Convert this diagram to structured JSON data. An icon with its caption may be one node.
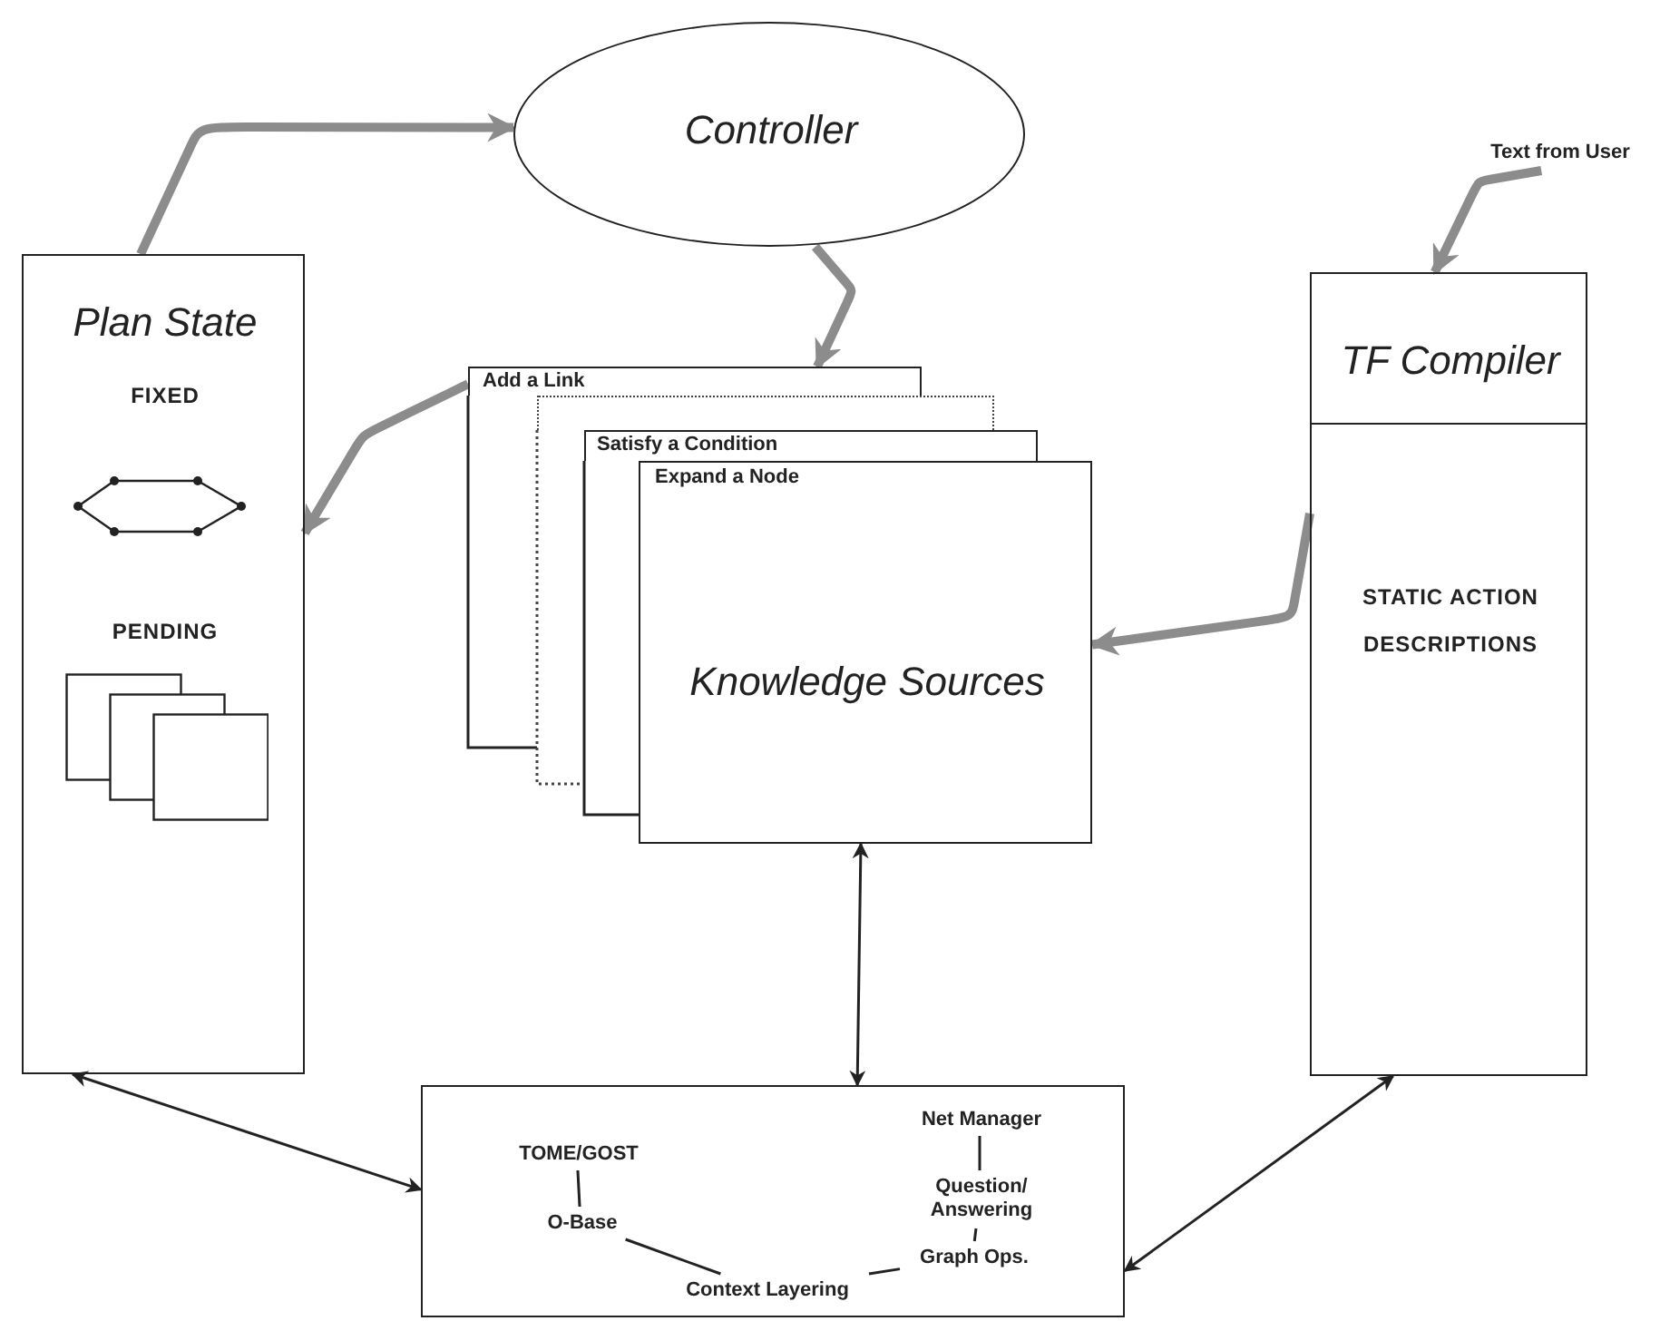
{
  "diagram": {
    "nodes": [
      {
        "text": [
          "Controller"
        ]
      },
      {
        "text": [
          "Plan State",
          "FIXED",
          "PENDING"
        ]
      },
      {
        "text": [
          "Add a Link"
        ]
      },
      {
        "text": [],
        "shape": "box"
      },
      {
        "text": [
          "Satisfy a Condition"
        ]
      },
      {
        "text": [
          "Expand a Node",
          "Knowledge Sources"
        ]
      },
      {
        "text": [
          "TF Compiler",
          "STATIC ACTION DESCRIPTIONS"
        ]
      },
      {
        "text": [
          "Text from User"
        ]
      },
      {
        "text": [],
        "shape": "box"
      },
      {
        "text": [
          "Net Manager"
        ],
        "in": 8
      },
      {
        "text": [
          "TOME/GOST"
        ],
        "in": 8
      },
      {
        "text": [
          "Question/ Answering"
        ],
        "in": 8
      },
      {
        "text": [
          "O-Base"
        ],
        "in": 8
      },
      {
        "text": [
          "Graph Ops."
        ],
        "in": 8
      },
      {
        "text": [
          "Context Layering"
        ],
        "in": 8
      }
    ],
    "edges": [
      {
        "from": 1,
        "to": 0,
        "arrow": "to",
        "style": "thick",
        "color": "#8c8c8c"
      },
      {
        "from": 0,
        "to": 2,
        "arrow": "to",
        "style": "thick",
        "color": "#8c8c8c"
      },
      {
        "from": 2,
        "to": 1,
        "arrow": "to",
        "style": "thick",
        "color": "#8c8c8c"
      },
      {
        "from": 7,
        "to": 6,
        "arrow": "to",
        "style": "thick",
        "color": "#8c8c8c"
      },
      {
        "from": 6,
        "to": 5,
        "arrow": "to",
        "style": "thick",
        "color": "#8c8c8c"
      },
      {
        "from": 1,
        "to": 8,
        "arrow": "both"
      },
      {
        "from": 5,
        "to": 8,
        "arrow": "both"
      },
      {
        "from": 6,
        "to": 8,
        "arrow": "both"
      },
      {
        "from": 10,
        "to": 12,
        "arrow": "none"
      },
      {
        "from": 12,
        "to": 14,
        "arrow": "none"
      },
      {
        "from": 14,
        "to": 13,
        "arrow": "none"
      },
      {
        "from": 13,
        "to": 11,
        "arrow": "none"
      },
      {
        "from": 11,
        "to": 9,
        "arrow": "none"
      }
    ]
  }
}
